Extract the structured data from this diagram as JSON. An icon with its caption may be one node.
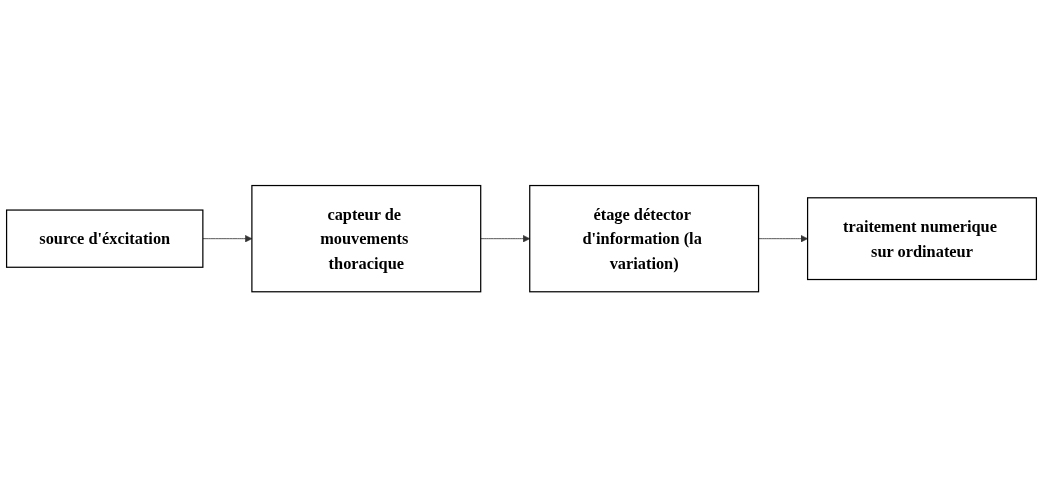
{
  "diagram": {
    "nodes": [
      {
        "text": [
          "capteur de mouvements thoracique"
        ]
      },
      {
        "text": [
          "étage détector d'information (la variation)"
        ]
      },
      {
        "text": [
          "traitement numerique sur ordinateur"
        ]
      },
      {
        "text": [
          "source d'éxcitation"
        ]
      }
    ],
    "edges": [
      {
        "from": 0,
        "to": 1,
        "arrow": "to"
      },
      {
        "from": 1,
        "to": 2,
        "arrow": "to"
      },
      {
        "from": 3,
        "to": 0,
        "arrow": "to"
      }
    ]
  }
}
